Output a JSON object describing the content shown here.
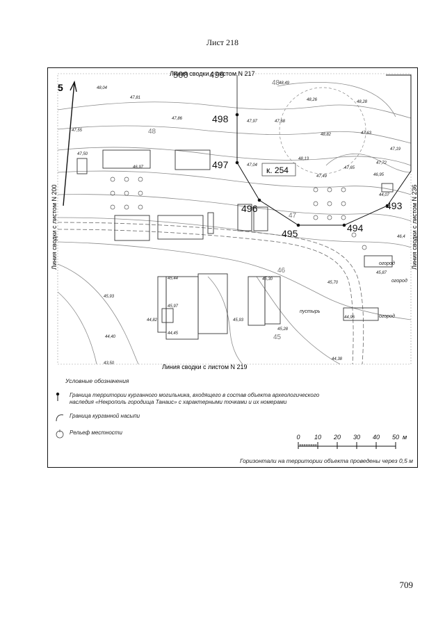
{
  "page": {
    "sheet_title": "Лист 218",
    "page_number": "709"
  },
  "sheet_links": {
    "top": "Линия сводки с листом N 217",
    "bottom": "Линия сводки с листом N 219",
    "left": "Линия сводки с листом N 200",
    "right": "Линия сводки с листом N 236"
  },
  "points": [
    {
      "id": "498",
      "label": "498"
    },
    {
      "id": "497",
      "label": "497"
    },
    {
      "id": "496",
      "label": "496"
    },
    {
      "id": "495",
      "label": "495"
    },
    {
      "id": "494",
      "label": "494"
    },
    {
      "id": "493",
      "label": "493"
    }
  ],
  "kurgan_label": "к. 254",
  "edge_numbers": {
    "topleft": "5",
    "top_fragment_1": "500",
    "top_fragment_2": "499"
  },
  "contour_labels": [
    "48",
    "48",
    "46",
    "45",
    "47"
  ],
  "spot_heights": [
    "48,04",
    "47,81",
    "47,86",
    "47,55",
    "47,97",
    "47,68",
    "48,49",
    "48,26",
    "48,28",
    "48,82",
    "47,63",
    "47,19",
    "47,50",
    "46,97",
    "47,04",
    "48,13",
    "47,49",
    "47,65",
    "47,72",
    "46,95",
    "44,07",
    "46,4",
    "45,44",
    "45,97",
    "45,93",
    "44,82",
    "44,40",
    "44,45",
    "45,30",
    "45,70",
    "45,87",
    "45,93",
    "45,28",
    "44,96",
    "44,38",
    "43,50"
  ],
  "map_text": {
    "vacant": "пустырь",
    "garden_1": "огород",
    "garden_2": "огород",
    "garden_3": "огород"
  },
  "legend": {
    "heading": "Условные обозначения",
    "items": [
      {
        "symbol": "boundary-point-icon",
        "text_1": "Граница территории курганного могильника, входящего в состав объекта археологического",
        "text_2": "наследия «Некрополь городища Танаис» с характерными точками и их номерами"
      },
      {
        "symbol": "mound-boundary-icon",
        "text_1": "Граница курганной насыпи"
      },
      {
        "symbol": "relief-icon",
        "text_1": "Рельеф местности"
      }
    ]
  },
  "scale_bar": {
    "ticks": [
      "0",
      "10",
      "20",
      "30",
      "40",
      "50"
    ],
    "unit": "м"
  },
  "contour_note": "Горизонтали на территории объекта проведены через 0,5 м"
}
